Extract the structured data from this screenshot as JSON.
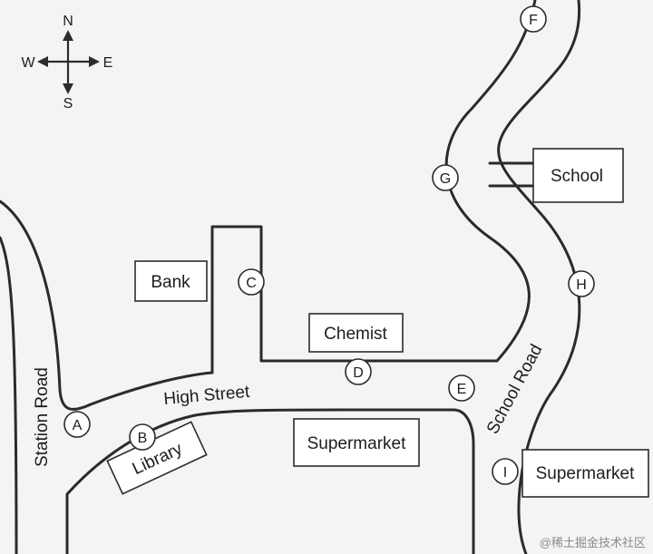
{
  "compass": {
    "north": "N",
    "south": "S",
    "east": "E",
    "west": "W"
  },
  "roads": {
    "station_road": "Station Road",
    "high_street": "High Street",
    "school_road": "School Road"
  },
  "places": {
    "bank": "Bank",
    "chemist": "Chemist",
    "school": "School",
    "library": "Library",
    "supermarket_high_street": "Supermarket",
    "supermarket_school_road": "Supermarket"
  },
  "points": {
    "a": "A",
    "b": "B",
    "c": "C",
    "d": "D",
    "e": "E",
    "f": "F",
    "g": "G",
    "h": "H",
    "i": "I"
  },
  "watermark": "@稀土掘金技术社区"
}
